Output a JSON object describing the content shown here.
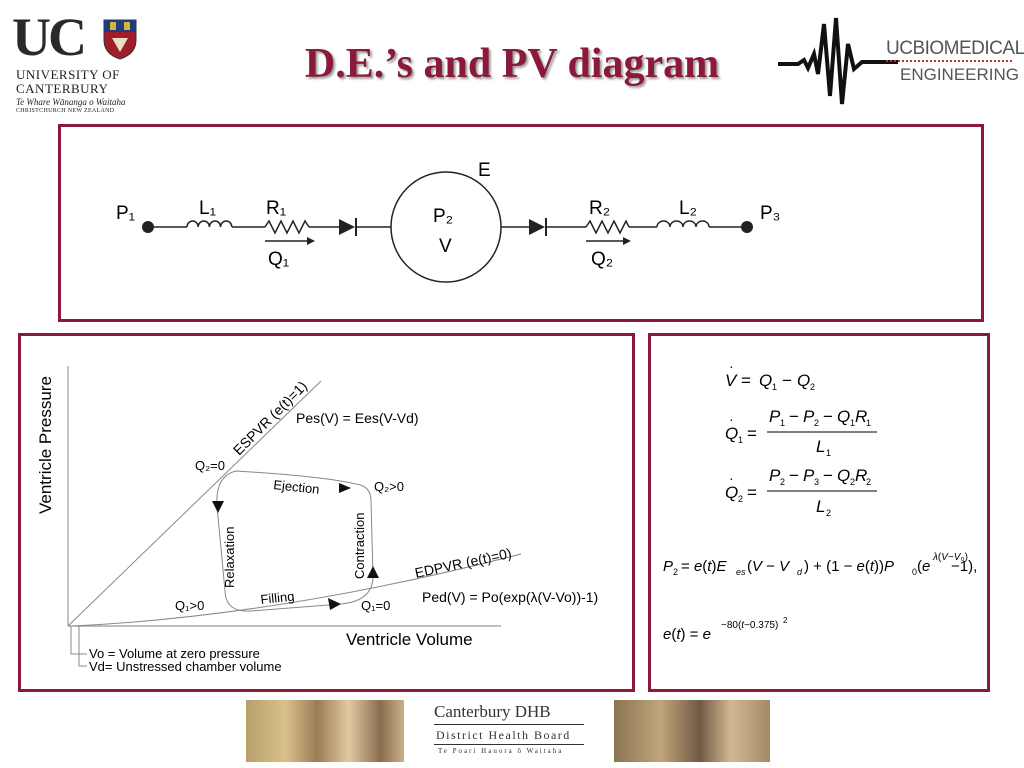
{
  "header": {
    "title": "D.E.’s and PV diagram",
    "uc_logo": {
      "initials": "UC",
      "line1": "UNIVERSITY OF",
      "line2": "CANTERBURY",
      "line3": "Te Whare Wānanga o Waitaha",
      "line4": "CHRISTCHURCH NEW ZEALAND"
    },
    "biomed_logo": {
      "line1": "UCBIOMEDICAL",
      "line2": "ENGINEERING"
    }
  },
  "circuit": {
    "p1": "P₁",
    "l1": "L₁",
    "r1": "R₁",
    "q1": "Q₁",
    "p2": "P₂",
    "v": "V",
    "e": "E",
    "r2": "R₂",
    "l2": "L₂",
    "q2": "Q₂",
    "p3": "P₃"
  },
  "pv": {
    "y_axis": "Ventricle Pressure",
    "x_axis": "Ventricle Volume",
    "espvr": "ESPVR (e(t)=1)",
    "pes": "Pes(V) = Ees(V-Vd)",
    "edpvr": "EDPVR (e(t)=0)",
    "ped": "Ped(V) = Po(exp(λ(V-Vo))-1)",
    "q2_eq0": "Q₂=0",
    "q2_gt0": "Q₂>0",
    "q1_gt0": "Q₁>0",
    "q1_eq0": "Q₁=0",
    "ejection": "Ejection",
    "contraction": "Contraction",
    "relaxation": "Relaxation",
    "filling": "Filling",
    "vo_note": "Vo = Volume at zero pressure",
    "vd_note": "Vd= Unstressed chamber volume"
  },
  "footer": {
    "dhb_line1": "Canterbury DHB",
    "dhb_line2": "District Health Board",
    "dhb_line3": "Te Poari Hauora ō Waitaha"
  },
  "colors": {
    "brand": "#8b1a3a"
  }
}
